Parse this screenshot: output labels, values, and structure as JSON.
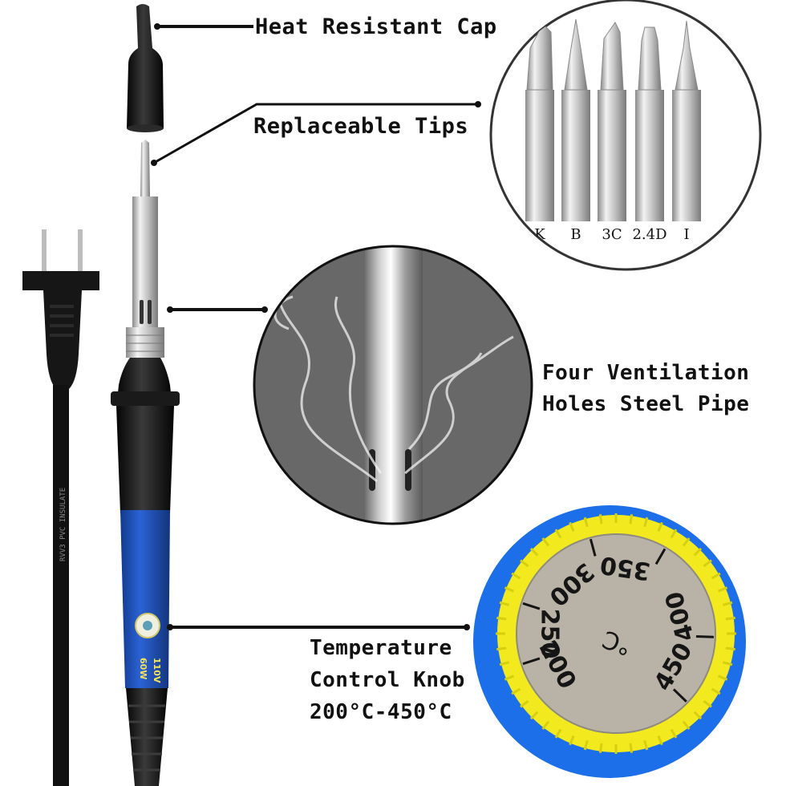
{
  "labels": {
    "cap": "Heat Resistant Cap",
    "tips": "Replaceable Tips",
    "ventilation": [
      "Four Ventilation",
      "Holes Steel Pipe"
    ],
    "knob": [
      "Temperature",
      "Control Knob",
      "200°C-450°C"
    ]
  },
  "tip_types": [
    "K",
    "B",
    "3C",
    "2.4D",
    "I"
  ],
  "knob_scale": [
    "200",
    "250",
    "300",
    "350",
    "400",
    "450"
  ],
  "knob_unit": "°C",
  "handle_text": [
    "110V",
    "60W"
  ],
  "cable_text": "RVV3   PVC   INSULATE",
  "colors": {
    "handle_blue": "#1f4fb4",
    "knob_yellow": "#f2ea1e",
    "knob_rim_blue": "#1c6fe8",
    "metal": "#c9c9c9",
    "black": "#141414",
    "background": "#ffffff"
  }
}
